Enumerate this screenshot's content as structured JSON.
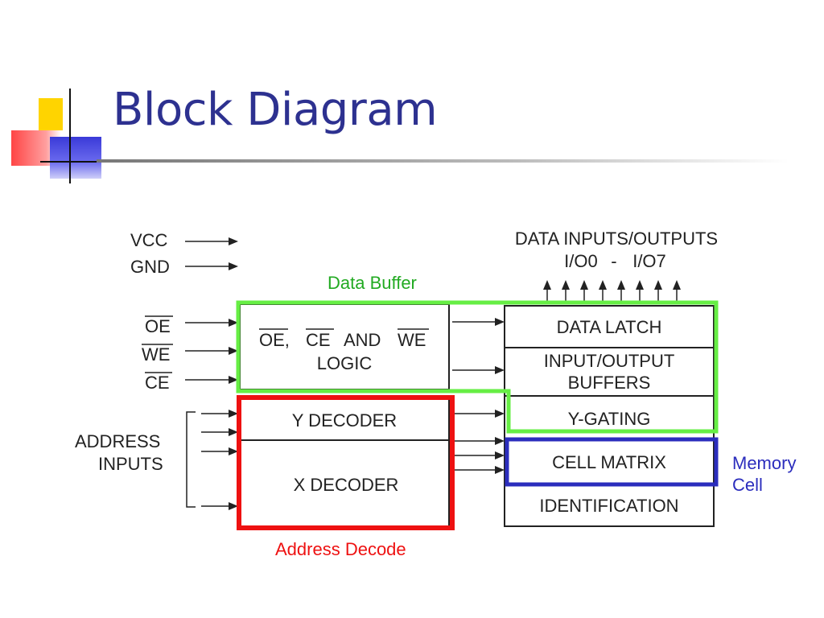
{
  "title": "Block Diagram",
  "colors": {
    "title": "#2d3190",
    "data_buffer": "#66ee44",
    "address_decode": "#ee1111",
    "memory_cell": "#2b2dbd",
    "line": "#222222"
  },
  "power": {
    "vcc": "VCC",
    "gnd": "GND"
  },
  "control_inputs": {
    "oe": "OE",
    "we": "WE",
    "ce": "CE"
  },
  "address_inputs": {
    "line1": "ADDRESS",
    "line2": "INPUTS"
  },
  "data_io": {
    "line1": "DATA  INPUTS/OUTPUTS",
    "line2_a": "I/O0",
    "line2_dash": "-",
    "line2_b": "I/O7"
  },
  "blocks": {
    "logic": {
      "oe": "OE",
      "comma1": ",",
      "ce": "CE",
      "and": "AND",
      "we": "WE",
      "line2": "LOGIC"
    },
    "y_decoder": "Y  DECODER",
    "x_decoder": "X  DECODER",
    "data_latch": "DATA  LATCH",
    "io_buffers": {
      "line1": "INPUT/OUTPUT",
      "line2": "BUFFERS"
    },
    "y_gating": "Y-GATING",
    "cell_matrix": "CELL  MATRIX",
    "identification": "IDENTIFICATION"
  },
  "annotations": {
    "data_buffer": "Data Buffer",
    "address_decode": "Address Decode",
    "memory_cell": {
      "line1": "Memory",
      "line2": "Cell"
    }
  }
}
